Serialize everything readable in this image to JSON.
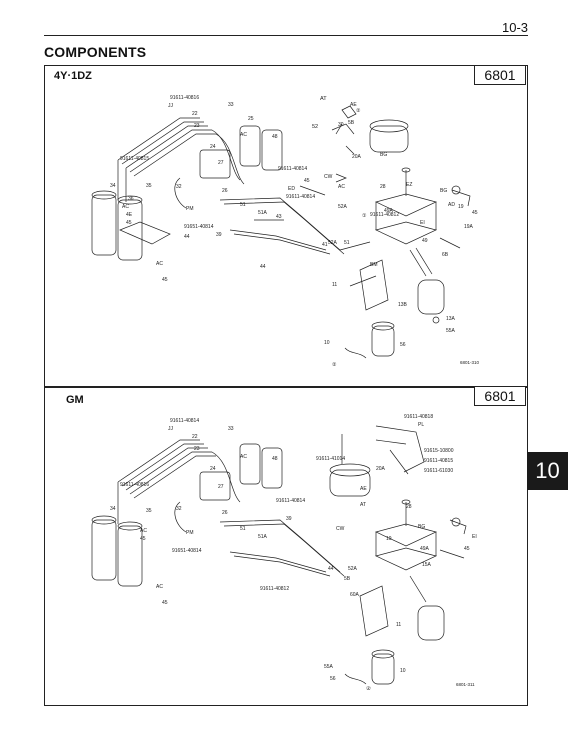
{
  "page": {
    "number": "10-3",
    "title": "COMPONENTS",
    "side_tab": "10"
  },
  "panels": [
    {
      "label": "4Y·1DZ",
      "code": "6801",
      "figure_code": "6801-310",
      "callouts": [
        "91611-40816",
        "JJ",
        "33",
        "22",
        "23",
        "24",
        "25",
        "AC",
        "48",
        "91611-40815",
        "34",
        "35",
        "36",
        "AC",
        "4E",
        "45",
        "AC",
        "45",
        "26",
        "27",
        "32",
        "PM",
        "91651-40814",
        "44",
        "41",
        "51",
        "51A",
        "39",
        "91611-40814",
        "43",
        "91611-40814",
        "45",
        "ED",
        "AC",
        "CW",
        "52A",
        "91611-40812",
        "44",
        "52A",
        "51",
        "①",
        "AT",
        "AE",
        "②",
        "52",
        "30",
        "5B",
        "20A",
        "BG",
        "AD",
        "28",
        "EZ",
        "BG",
        "19",
        "49A",
        "EI",
        "45",
        "19A",
        "49",
        "6B",
        "BM",
        "11",
        "13B",
        "13A",
        "55A",
        "10",
        "56",
        "②"
      ]
    },
    {
      "label": "GM",
      "code": "6801",
      "figure_code": "6801-311",
      "callouts": [
        "91611-40814",
        "JJ",
        "33",
        "22",
        "23",
        "24",
        "34",
        "35",
        "AC",
        "48",
        "91611-40816",
        "AC",
        "45",
        "26",
        "27",
        "32",
        "PM",
        "91651-40814",
        "AC",
        "45",
        "51",
        "51A",
        "39",
        "91611-40814",
        "44",
        "52A",
        "91611-40812",
        "91611-41014",
        "AE",
        "AT",
        "20A",
        "91611-40818",
        "PL",
        "91615-10800",
        "91611-40815",
        "91611-61030",
        "28",
        "BG",
        "19",
        "49A",
        "EI",
        "45",
        "15A",
        "CW",
        "5B",
        "60A",
        "11",
        "55A",
        "56",
        "10",
        "②"
      ]
    }
  ]
}
